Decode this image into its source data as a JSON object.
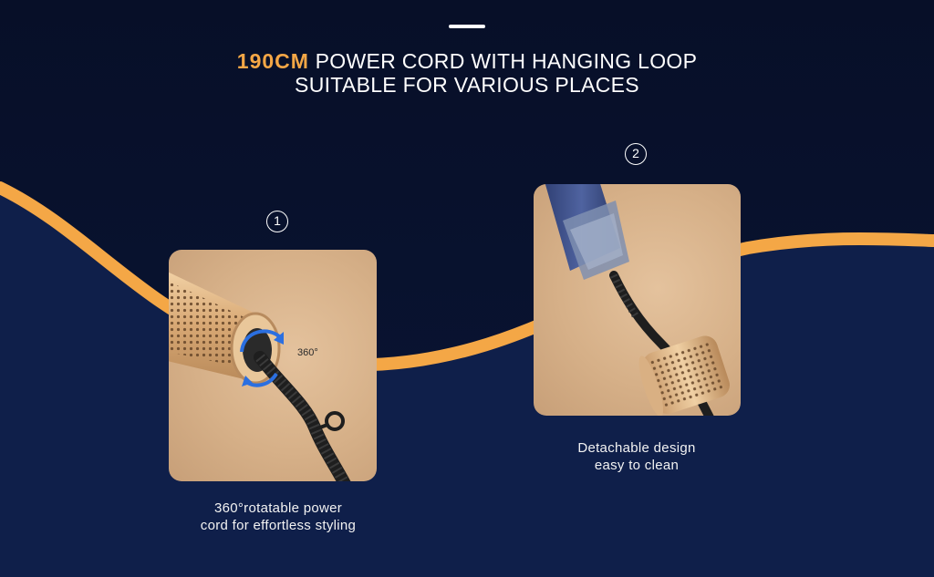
{
  "colors": {
    "accent": "#f4a746",
    "background_top": "#070f28",
    "background_wave": "#0f1f4a",
    "card": "#d9b48c"
  },
  "headline": {
    "accent_text": "190CM",
    "line1_rest": " POWER CORD WITH HANGING LOOP",
    "line2": "SUITABLE FOR VARIOUS PLACES"
  },
  "features": [
    {
      "number": "1",
      "rotation_label": "360°",
      "caption_line1": "360°rotatable power",
      "caption_line2": "cord for effortless styling"
    },
    {
      "number": "2",
      "caption_line1": "Detachable design",
      "caption_line2": "easy to clean"
    }
  ]
}
